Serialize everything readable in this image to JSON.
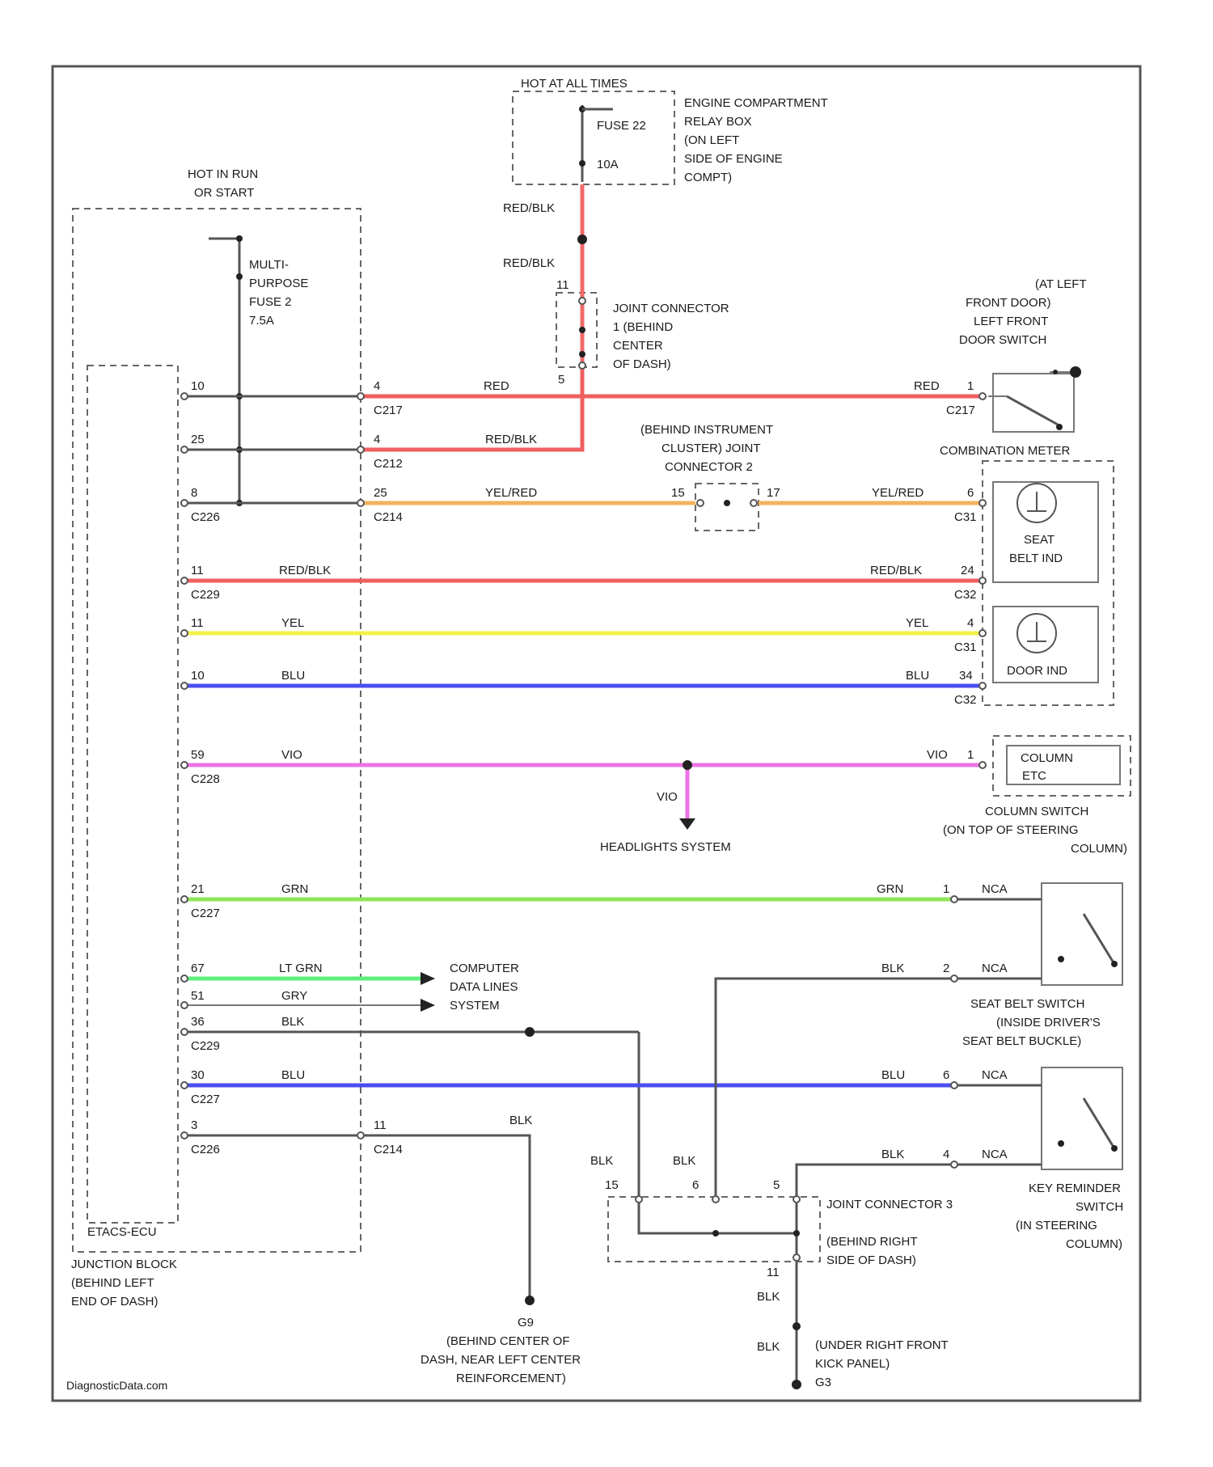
{
  "supply": {
    "hot_at_all_times": "HOT AT ALL TIMES",
    "fuse_22": "FUSE 22",
    "fuse_22_rating": "10A",
    "engine_relay_box": [
      "ENGINE COMPARTMENT",
      "RELAY BOX",
      "(ON LEFT",
      "SIDE OF ENGINE",
      "COMPT)"
    ],
    "red_blk_1": "RED/BLK",
    "red_blk_2": "RED/BLK",
    "hot_in_run": [
      "HOT IN RUN",
      "OR START"
    ],
    "multi_fuse": [
      "MULTI-",
      "PURPOSE",
      "FUSE 2",
      "7.5A"
    ]
  },
  "joint_connector_1": {
    "pin_top": "11",
    "pin_bottom": "5",
    "label": [
      "JOINT CONNECTOR",
      "1 (BEHIND",
      "CENTER",
      "OF DASH)"
    ]
  },
  "junction_block": {
    "etacs_ecu": "ETACS-ECU",
    "label": [
      "JUNCTION BLOCK",
      "(BEHIND LEFT",
      "END OF DASH)"
    ],
    "row1": {
      "pin_left": "10",
      "pin_right": "4",
      "conn": "C217"
    },
    "row2": {
      "pin_left": "25",
      "pin_right": "4",
      "conn": "C212",
      "wire": "RED/BLK"
    },
    "row3": {
      "pin_left": "8",
      "conn_left": "C226",
      "pin_right": "25",
      "conn_right": "C214",
      "wire": "YEL/RED"
    }
  },
  "wires": {
    "red": {
      "color": "RED",
      "pin_right": "1",
      "conn_right": "C217"
    },
    "yelred_right": {
      "color": "YEL/RED",
      "pin": "6",
      "conn": "C31"
    },
    "redblk_long": {
      "pin_left": "11",
      "conn_left": "C229",
      "color_left": "RED/BLK",
      "color_right": "RED/BLK",
      "pin_right": "24",
      "conn_right": "C32"
    },
    "yel": {
      "pin_left": "11",
      "color_left": "YEL",
      "color_right": "YEL",
      "pin_right": "4",
      "conn_right": "C31"
    },
    "blu1": {
      "pin_left": "10",
      "color_left": "BLU",
      "color_right": "BLU",
      "pin_right": "34",
      "conn_right": "C32"
    },
    "vio": {
      "pin_left": "59",
      "conn_left": "C228",
      "color_left": "VIO",
      "color_right": "VIO",
      "pin_right": "1",
      "branch_color": "VIO",
      "branch_dest": "HEADLIGHTS SYSTEM"
    },
    "grn": {
      "pin_left": "21",
      "conn_left": "C227",
      "color_left": "GRN",
      "color_right": "GRN",
      "pin_right": "1",
      "nca": "NCA"
    },
    "ltgrn": {
      "pin_left": "67",
      "color": "LT GRN"
    },
    "gry": {
      "pin_left": "51",
      "color": "GRY"
    },
    "computer_data": [
      "COMPUTER",
      "DATA LINES",
      "SYSTEM"
    ],
    "blk_jc": {
      "pin_left": "36",
      "conn_left": "C229",
      "color": "BLK"
    },
    "blu2": {
      "pin_left": "30",
      "conn_left": "C227",
      "color_left": "BLU",
      "color_right": "BLU",
      "pin_right": "6",
      "nca": "NCA"
    },
    "ground": {
      "pin_left": "3",
      "conn_left": "C226",
      "pin_right": "11",
      "conn_right": "C214",
      "color": "BLK"
    },
    "seatbelt_blk": {
      "color": "BLK",
      "pin": "2",
      "nca": "NCA"
    },
    "keyrem_blk": {
      "color": "BLK",
      "pin": "4",
      "nca": "NCA"
    }
  },
  "door_switch": {
    "label": [
      "(AT LEFT",
      "FRONT DOOR)",
      "LEFT FRONT",
      "DOOR SWITCH"
    ]
  },
  "joint_connector_2": {
    "pin_left": "15",
    "pin_right": "17",
    "label": [
      "(BEHIND INSTRUMENT",
      "CLUSTER) JOINT",
      "CONNECTOR 2"
    ]
  },
  "combination_meter": {
    "title": "COMBINATION METER",
    "seat_belt": [
      "SEAT",
      "BELT IND"
    ],
    "door_ind": "DOOR IND"
  },
  "column_switch": {
    "box": [
      "COLUMN",
      "ETC"
    ],
    "label": [
      "COLUMN SWITCH",
      "(ON TOP OF STEERING",
      "COLUMN)"
    ]
  },
  "seat_belt_switch": {
    "label": [
      "SEAT BELT SWITCH",
      "(INSIDE DRIVER'S",
      "SEAT BELT BUCKLE)"
    ]
  },
  "key_reminder": {
    "label": [
      "KEY REMINDER",
      "SWITCH",
      "(IN STEERING",
      "COLUMN)"
    ]
  },
  "joint_connector_3": {
    "wire_a": "BLK",
    "wire_b": "BLK",
    "pin_a": "15",
    "pin_b": "6",
    "pin_c": "5",
    "pin_out": "11",
    "label": [
      "JOINT CONNECTOR 3",
      "(BEHIND RIGHT",
      "SIDE OF DASH)"
    ],
    "out_blk1": "BLK",
    "out_blk2": "BLK"
  },
  "g105": {
    "label": [
      "(UNDER RIGHT FRONT",
      "KICK PANEL)"
    ],
    "id": "G3"
  },
  "g201": {
    "id": "G9",
    "label": [
      "(BEHIND CENTER OF",
      "DASH, NEAR LEFT CENTER",
      "REINFORCEMENT)"
    ]
  },
  "watermark": "DiagnosticData.com"
}
